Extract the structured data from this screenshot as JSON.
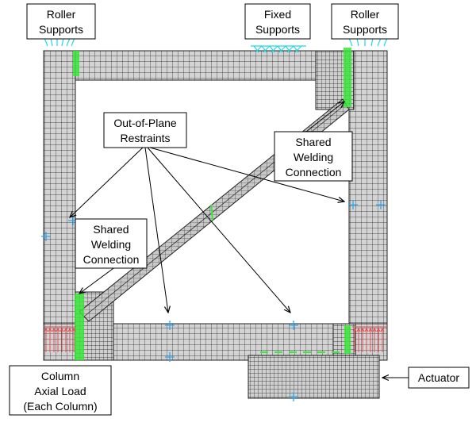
{
  "labels": {
    "roller_left": [
      "Roller",
      "Supports"
    ],
    "fixed": [
      "Fixed",
      "Supports"
    ],
    "roller_right": [
      "Roller",
      "Supports"
    ],
    "out_of_plane": [
      "Out-of-Plane",
      "Restraints"
    ],
    "shared_weld_right": [
      "Shared",
      "Welding",
      "Connection"
    ],
    "shared_weld_left": [
      "Shared",
      "Welding",
      "Connection"
    ],
    "column_axial": [
      "Column",
      "Axial Load",
      "(Each Column)"
    ],
    "actuator": "Actuator"
  },
  "colors": {
    "mesh_fill": "#d3d3d3",
    "mesh_line": "#202020",
    "support": "#23d6e6",
    "restraint": "#2aa8f0",
    "weld": "#39e639",
    "axial_load": "#e55050",
    "arrow": "#000000"
  }
}
